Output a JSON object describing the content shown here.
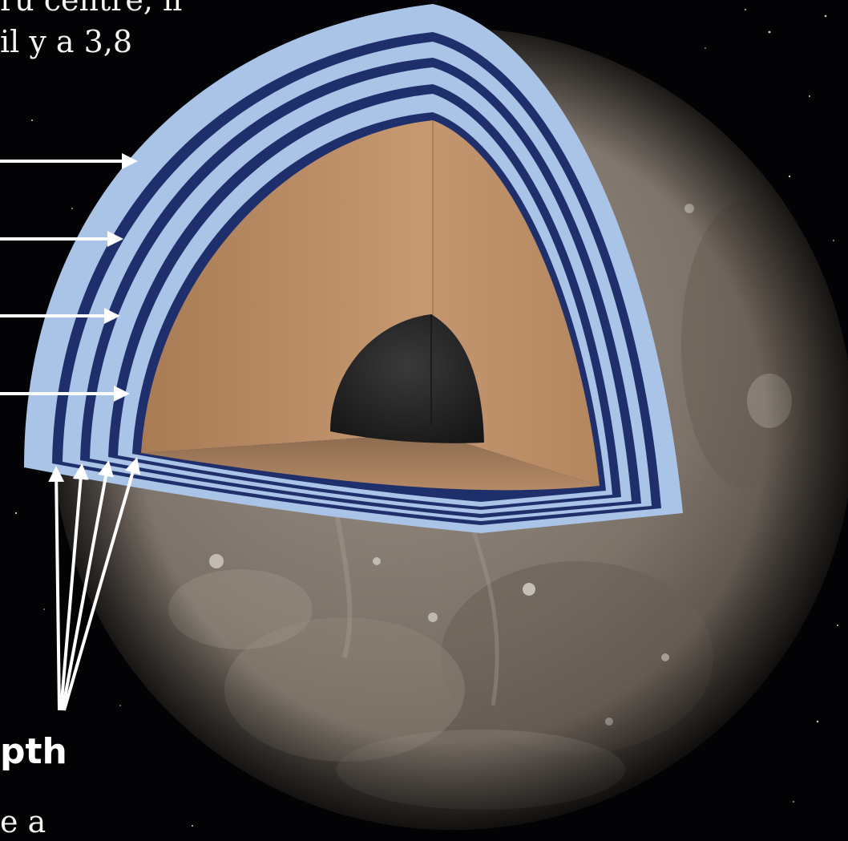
{
  "caption": {
    "line_1": "ru centre, il",
    "line_2": "il y a 3,8",
    "line_3": "e a"
  },
  "labels": {
    "depth": "pth"
  },
  "colors": {
    "space": "#030305",
    "surface": "#7a7064",
    "ice_light": "#a9c4e6",
    "ice_dark": "#1f2f6b",
    "rock_mantle": "#b98b63",
    "iron_core": "#262628",
    "arrow": "#ffffff"
  }
}
